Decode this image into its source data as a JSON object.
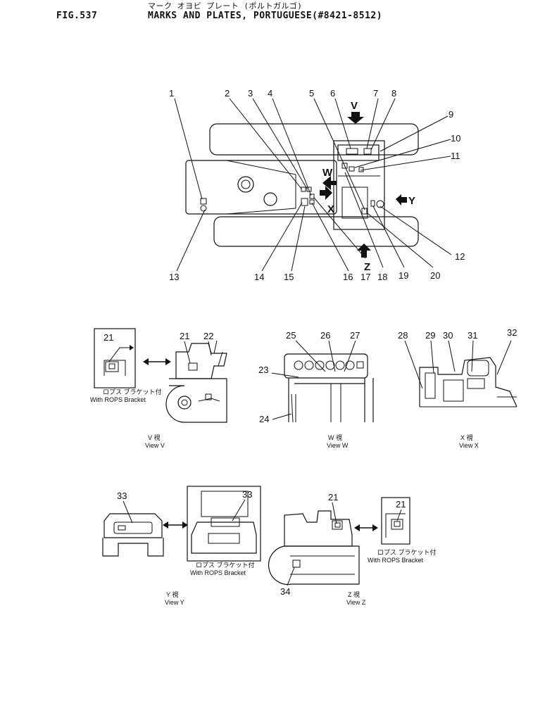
{
  "header": {
    "fig_label": "FIG.537",
    "title_jp": "マーク オヨビ プレート (ポルトガルゴ)",
    "title_en": "MARKS AND PLATES, PORTUGUESE(#8421-8512)"
  },
  "main_view": {
    "callouts": [
      "1",
      "2",
      "3",
      "4",
      "5",
      "6",
      "7",
      "8",
      "9",
      "10",
      "11",
      "12",
      "13",
      "14",
      "15",
      "16",
      "17",
      "18",
      "19",
      "20"
    ],
    "view_letters": {
      "v": "V",
      "w": "W",
      "x": "X",
      "y": "Y",
      "z": "Z"
    }
  },
  "view_v": {
    "callouts": [
      "21",
      "21",
      "22"
    ],
    "rops_jp": "ロプス ブラケット付",
    "rops_en": "With ROPS Bracket",
    "caption_jp": "V 視",
    "caption_en": "View V"
  },
  "view_w": {
    "callouts": [
      "23",
      "24",
      "25",
      "26",
      "27"
    ],
    "caption_jp": "W 視",
    "caption_en": "View W"
  },
  "view_x": {
    "callouts": [
      "28",
      "29",
      "30",
      "31",
      "32"
    ],
    "caption_jp": "X 視",
    "caption_en": "View X"
  },
  "view_y": {
    "callouts": [
      "33",
      "33"
    ],
    "rops_jp": "ロプス ブラケット付",
    "rops_en": "With ROPS Bracket",
    "caption_jp": "Y 視",
    "caption_en": "View Y"
  },
  "view_z": {
    "callouts": [
      "21",
      "34",
      "21"
    ],
    "rops_jp": "ロプス ブラケット付",
    "rops_en": "With ROPS Bracket",
    "caption_jp": "Z 視",
    "caption_en": "View Z"
  }
}
